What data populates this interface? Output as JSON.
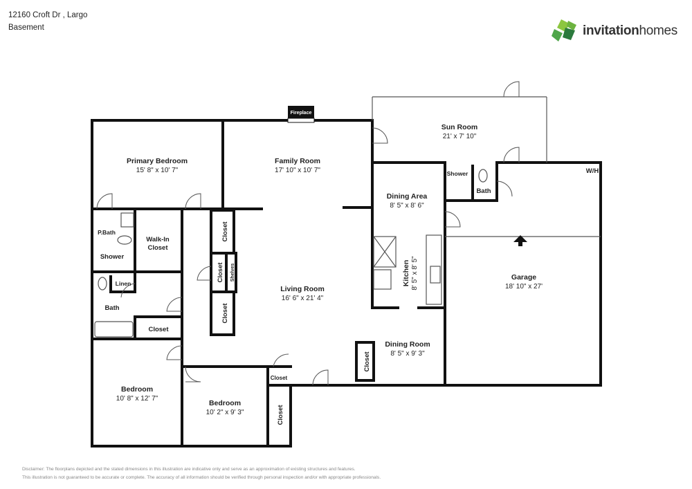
{
  "header": {
    "address": "12160 Croft Dr , Largo",
    "level": "Basement"
  },
  "brand": {
    "name_bold": "invitation",
    "name_rest": "homes",
    "colors": [
      "#8cc63f",
      "#4fa64a",
      "#2b7a3d"
    ]
  },
  "rooms": {
    "primary_bedroom": {
      "name": "Primary Bedroom",
      "dims": "15' 8\" x 10' 7\""
    },
    "family_room": {
      "name": "Family Room",
      "dims": "17' 10\" x 10' 7\""
    },
    "sun_room": {
      "name": "Sun Room",
      "dims": "21' x 7' 10\""
    },
    "dining_area": {
      "name": "Dining Area",
      "dims": "8' 5\" x 8' 6\""
    },
    "kitchen": {
      "name": "Kitchen",
      "dims": "8' 5\" x 8' 5\""
    },
    "garage": {
      "name": "Garage",
      "dims": "18' 10\" x 27'"
    },
    "living_room": {
      "name": "Living Room",
      "dims": "16' 6\" x 21' 4\""
    },
    "dining_room": {
      "name": "Dining Room",
      "dims": "8' 5\" x 9' 3\""
    },
    "bedroom_1": {
      "name": "Bedroom",
      "dims": "10' 8\" x 12' 7\""
    },
    "bedroom_2": {
      "name": "Bedroom",
      "dims": "10' 2\" x 9' 3\""
    }
  },
  "labels": {
    "fireplace": "Fireplace",
    "walk_in_closet_1": "Walk-In",
    "walk_in_closet_2": "Closet",
    "p_bath": "P.Bath",
    "shower": "Shower",
    "linen": "Linen",
    "bath": "Bath",
    "closet": "Closet",
    "shelves": "Shelves",
    "wh": "W/H",
    "sun_shower": "Shower",
    "sun_bath": "Bath"
  },
  "disclaimer": {
    "line1": "Disclaimer: The floorplans depicted and the stated dimensions in this illustration are indicative only and serve as an approximation of existing structures and features.",
    "line2": "This illustration is not guaranteed to be accurate or complete. The accuracy of all information should be verified through personal inspection and/or with appropriate professionals."
  }
}
